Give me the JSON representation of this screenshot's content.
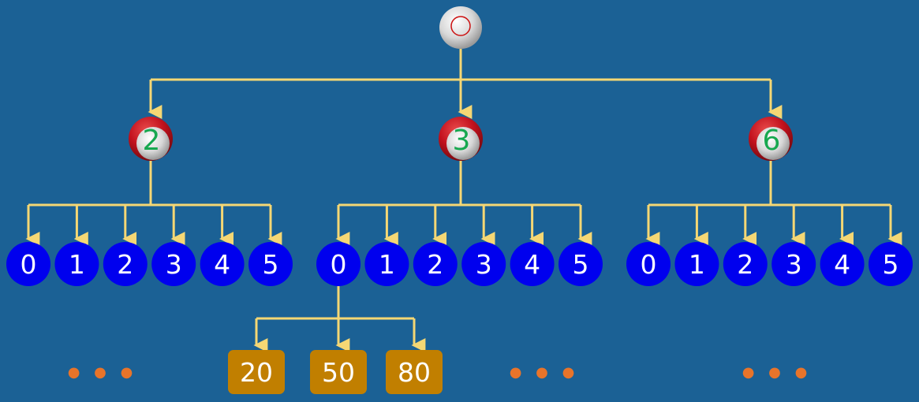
{
  "colors": {
    "background": "#1b6195",
    "connector": "#f5d774",
    "root_ball": "#e0e0e0",
    "root_mark": "#cc1111",
    "level1_ball_top": "#c3121e",
    "level1_label": "#17a84f",
    "level2_ball": "#0000ee",
    "leaf_box": "#c17f00",
    "ellipsis": "#e8742a"
  },
  "root": {
    "icon": "circle-mark-icon"
  },
  "level1": [
    {
      "label": "2",
      "children": [
        "0",
        "1",
        "2",
        "3",
        "4",
        "5"
      ],
      "expanded": false
    },
    {
      "label": "3",
      "children": [
        "0",
        "1",
        "2",
        "3",
        "4",
        "5"
      ],
      "expanded": true
    },
    {
      "label": "6",
      "children": [
        "0",
        "1",
        "2",
        "3",
        "4",
        "5"
      ],
      "expanded": false
    }
  ],
  "leaf_values": [
    "20",
    "50",
    "80"
  ],
  "ellipsis_text": "● ● ●"
}
